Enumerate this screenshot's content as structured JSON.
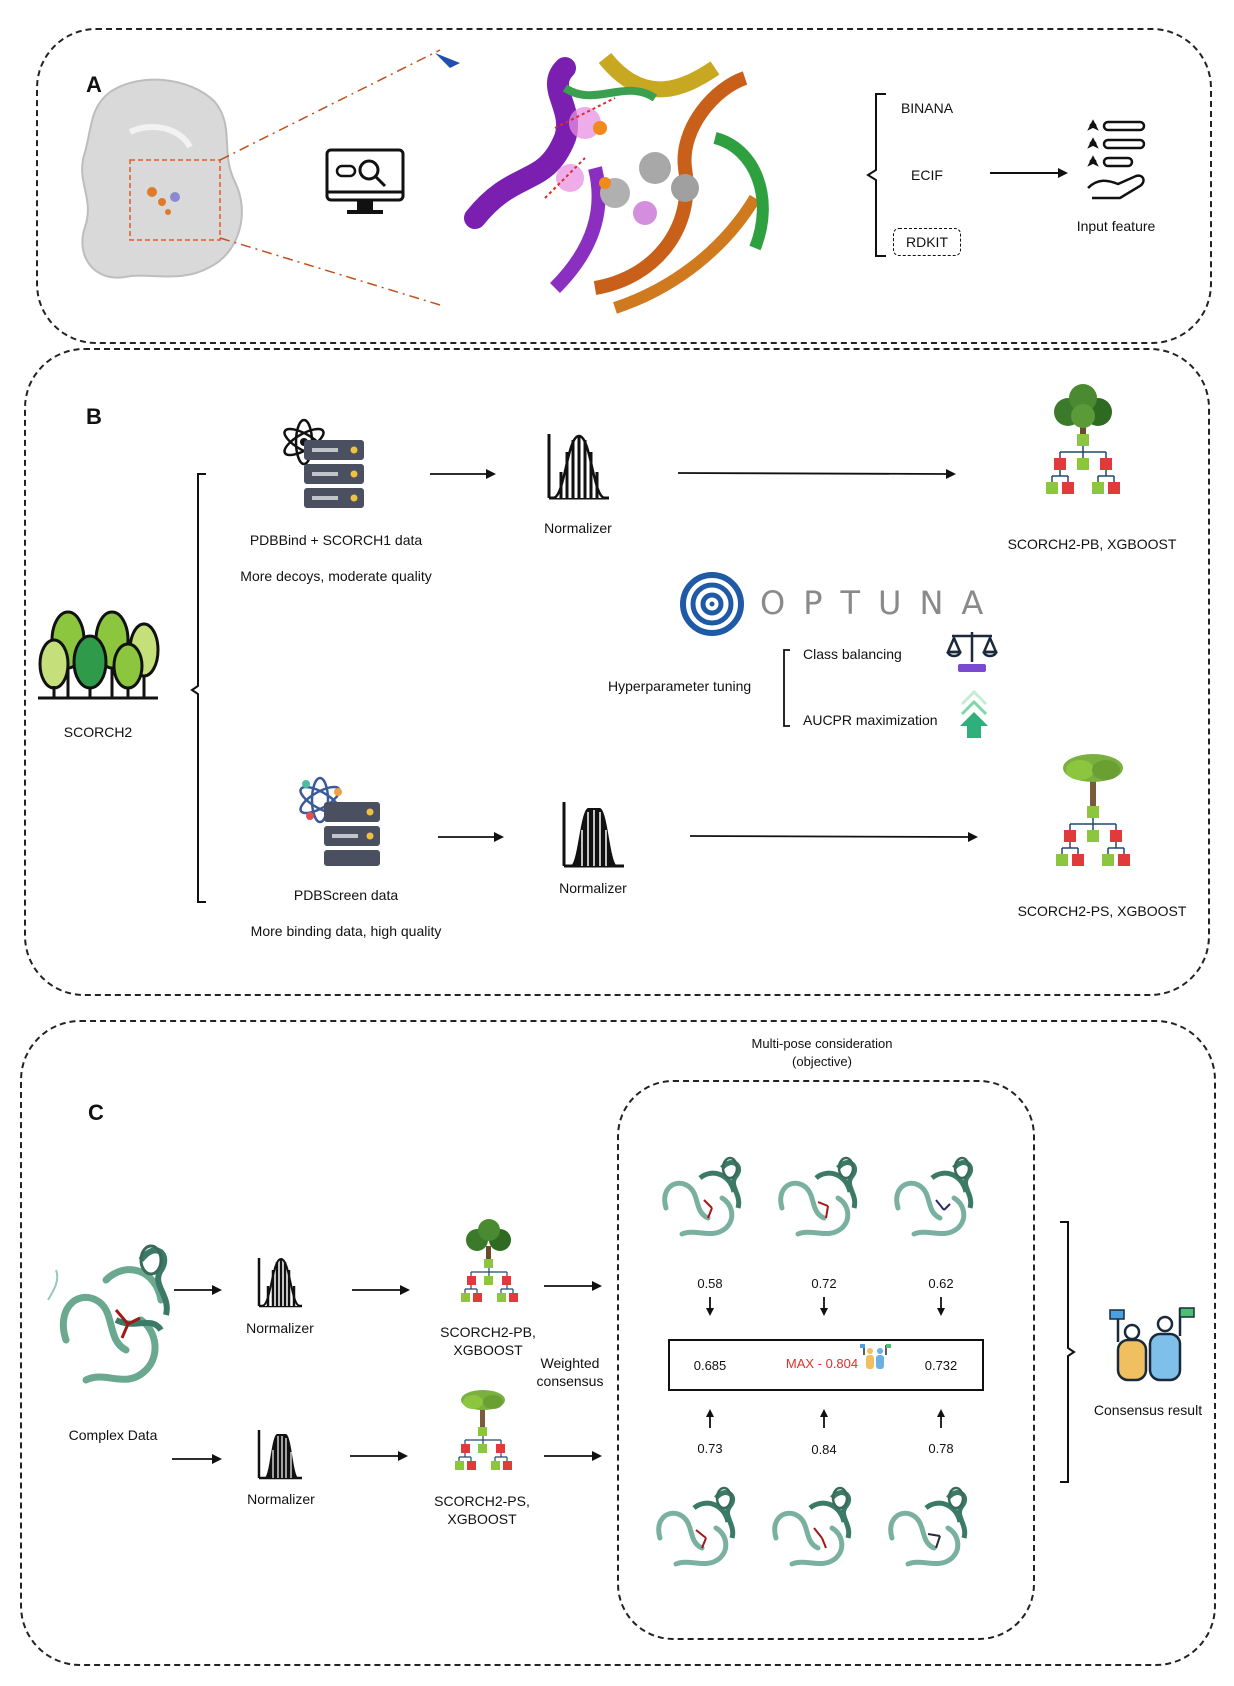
{
  "panel_a": {
    "letter": "A",
    "features": [
      "BINANA",
      "ECIF",
      "RDKIT"
    ],
    "output_label": "Input feature"
  },
  "panel_b": {
    "letter": "B",
    "root_label": "SCORCH2",
    "top_data_label": "PDBBind + SCORCH1 data",
    "top_data_desc": "More decoys, moderate quality",
    "top_normalizer": "Normalizer",
    "top_model": "SCORCH2-PB,  XGBOOST",
    "optuna_logo": "OPTUNA",
    "tuning_label": "Hyperparameter tuning",
    "tuning_items": [
      "Class balancing",
      "AUCPR maximization"
    ],
    "bottom_data_label": "PDBScreen data",
    "bottom_data_desc": "More binding data, high quality",
    "bottom_normalizer": "Normalizer",
    "bottom_model": "SCORCH2-PS,  XGBOOST"
  },
  "panel_c": {
    "letter": "C",
    "input_label": "Complex Data",
    "normalizer_top": "Normalizer",
    "normalizer_bottom": "Normalizer",
    "model_top_line1": "SCORCH2-PB,",
    "model_top_line2": "XGBOOST",
    "model_bottom_line1": "SCORCH2-PS,",
    "model_bottom_line2": "XGBOOST",
    "consensus_line1": "Weighted",
    "consensus_line2": "consensus",
    "multipose_line1": "Multi-pose consideration",
    "multipose_line2": "(objective)",
    "top_scores": [
      "0.58",
      "0.72",
      "0.62"
    ],
    "bottom_scores": [
      "0.73",
      "0.84",
      "0.78"
    ],
    "result_left": "0.685",
    "result_max": "MAX - 0.804",
    "result_right": "0.732",
    "final_label": "Consensus result"
  },
  "colors": {
    "accent_red": "#e0302a",
    "tree_green": "#8cc63f",
    "optuna_blue": "#1f5aa6"
  }
}
